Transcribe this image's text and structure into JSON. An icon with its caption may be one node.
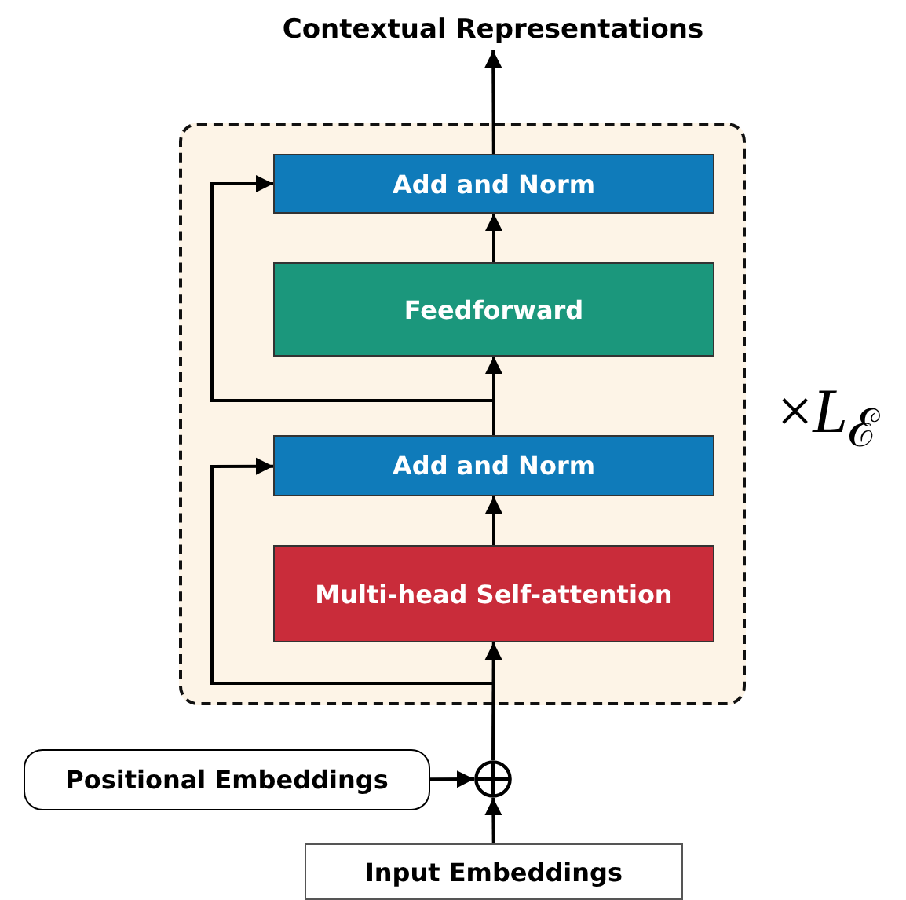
{
  "diagram": {
    "nodes": [
      {
        "text": [
          "Contextual Representations"
        ]
      },
      {
        "text": [],
        "shape": "box",
        "beside": [
          "×*L*$_{ℰ}$"
        ]
      },
      {
        "text": [
          "Add and Norm"
        ],
        "in": 1
      },
      {
        "text": [
          "Feedforward"
        ],
        "in": 1
      },
      {
        "text": [
          "Add and Norm"
        ],
        "in": 1
      },
      {
        "text": [
          "Multi-head Self-attention"
        ],
        "in": 1
      },
      {
        "text": [],
        "shape": "circle"
      },
      {
        "text": [
          "Positional Embeddings"
        ]
      },
      {
        "text": [
          "Input Embeddings"
        ]
      }
    ],
    "edges": [
      {
        "from": 8,
        "to": 6,
        "arrow": "to"
      },
      {
        "from": 7,
        "to": 6,
        "arrow": "to"
      },
      {
        "from": 6,
        "to": 5,
        "arrow": "to"
      },
      {
        "from": 6,
        "to": 4,
        "arrow": "to"
      },
      {
        "from": 5,
        "to": 4,
        "arrow": "to"
      },
      {
        "from": 4,
        "to": 3,
        "arrow": "to"
      },
      {
        "from": 4,
        "to": 2,
        "arrow": "to"
      },
      {
        "from": 3,
        "to": 2,
        "arrow": "to"
      },
      {
        "from": 2,
        "to": 0,
        "arrow": "to"
      }
    ]
  }
}
